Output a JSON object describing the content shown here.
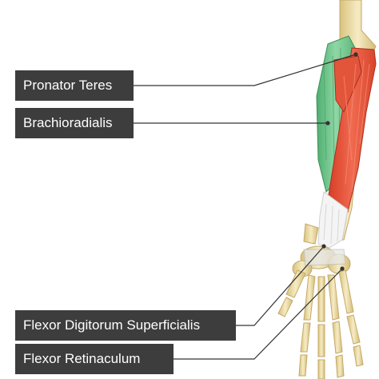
{
  "labels": {
    "pronator_teres": "Pronator Teres",
    "brachioradialis": "Brachioradialis",
    "flexor_digitorum_superficialis": "Flexor Digitorum Superficialis",
    "flexor_retinaculum": "Flexor Retinaculum"
  },
  "colors": {
    "label_background": "#3d3d3d",
    "label_text": "#ffffff",
    "bone": "#ead9a4",
    "muscle_highlight": "#e8523a",
    "muscle_green": "#6cc48a",
    "tendon": "#f2f2f2",
    "leader_line": "#333333"
  }
}
